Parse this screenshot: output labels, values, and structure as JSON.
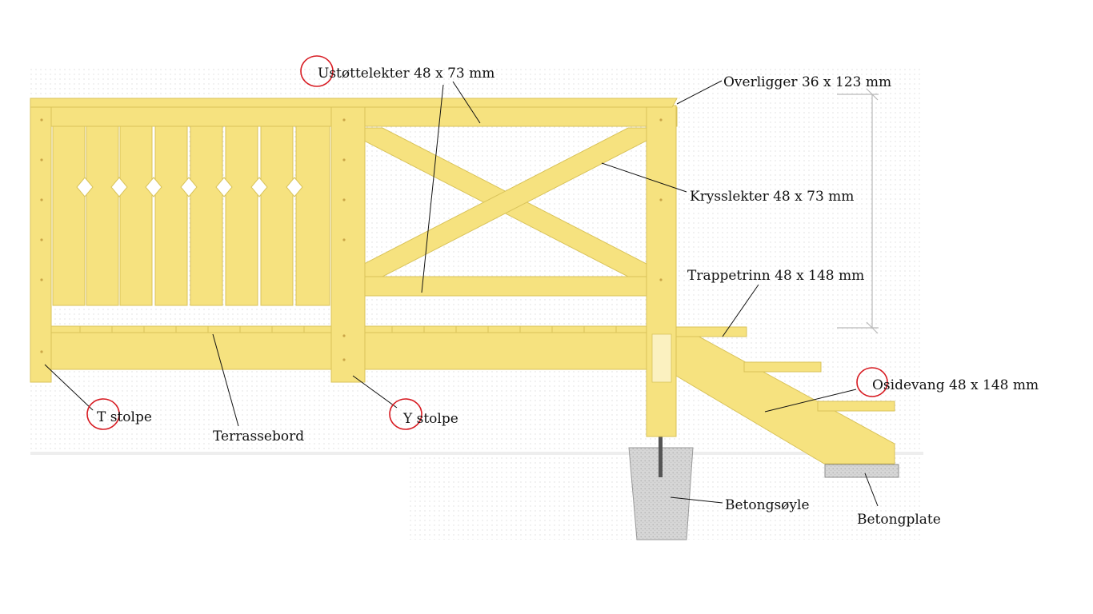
{
  "colors": {
    "wood": "#f6e27f",
    "wood_edge": "#d9c35a",
    "wood_shade": "#efd56a",
    "concrete": "#d9d9d9",
    "concrete_dark": "#b3b3b3",
    "dot_background": "#e6e6e6",
    "dim_line": "#b9b9b9",
    "mark_circle": "#d71920",
    "text": "#111111"
  },
  "labels": {
    "ustottelekter": "Ustøttelekter 48 x 73 mm",
    "overligger": "Overligger 36 x 123 mm",
    "krysslekter": "Krysslekter 48 x 73 mm",
    "trappetrinn": "Trappetrinn 48 x 148 mm",
    "sidevang": "Osidevang 48 x 148 mm",
    "t_stolpe": "T stolpe",
    "terrassebord": "Terrassebord",
    "y_stolpe": "Y stolpe",
    "betongsoyle": "Betongsøyle",
    "betongplate": "Betongplate"
  }
}
